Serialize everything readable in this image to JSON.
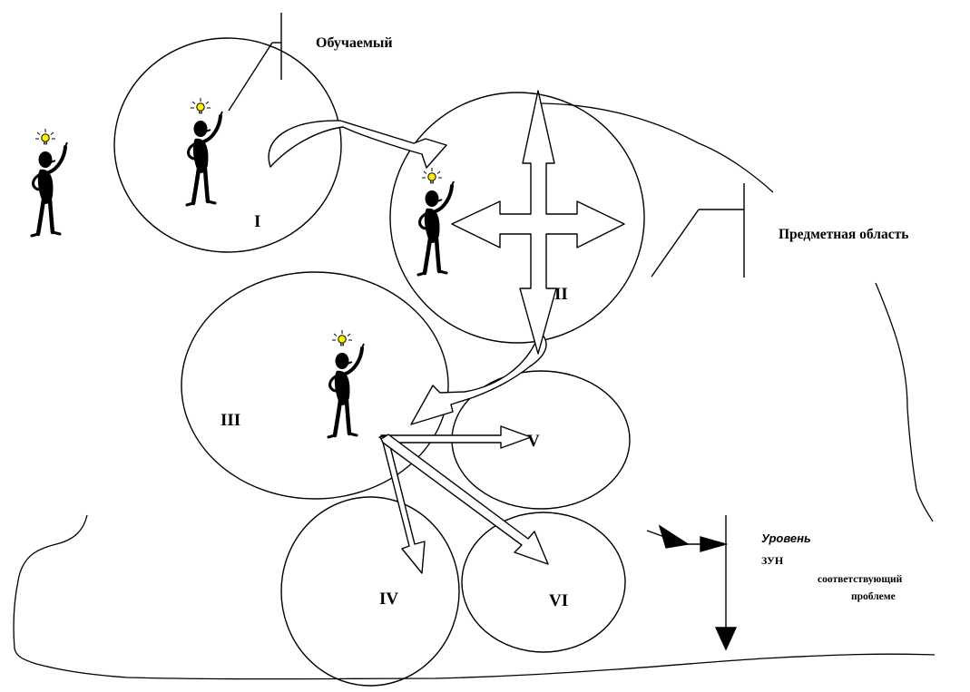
{
  "labels": {
    "learner": "Обучаемый",
    "subject_area": "Предметная область",
    "level_title": "Уровень",
    "level_zun": "ЗУН",
    "level_desc_1": "соответствующий",
    "level_desc_2": "проблеме"
  },
  "zones": [
    {
      "id": "I",
      "label": "I"
    },
    {
      "id": "II",
      "label": "II"
    },
    {
      "id": "III",
      "label": "III"
    },
    {
      "id": "IV",
      "label": "IV"
    },
    {
      "id": "V",
      "label": "V"
    },
    {
      "id": "VI",
      "label": "VI"
    }
  ],
  "colors": {
    "stroke": "#000000",
    "figure": "#000000",
    "bulb": "#ffee00",
    "background": "#ffffff"
  },
  "icons": [
    "person-with-idea-icon",
    "lightbulb-icon"
  ]
}
